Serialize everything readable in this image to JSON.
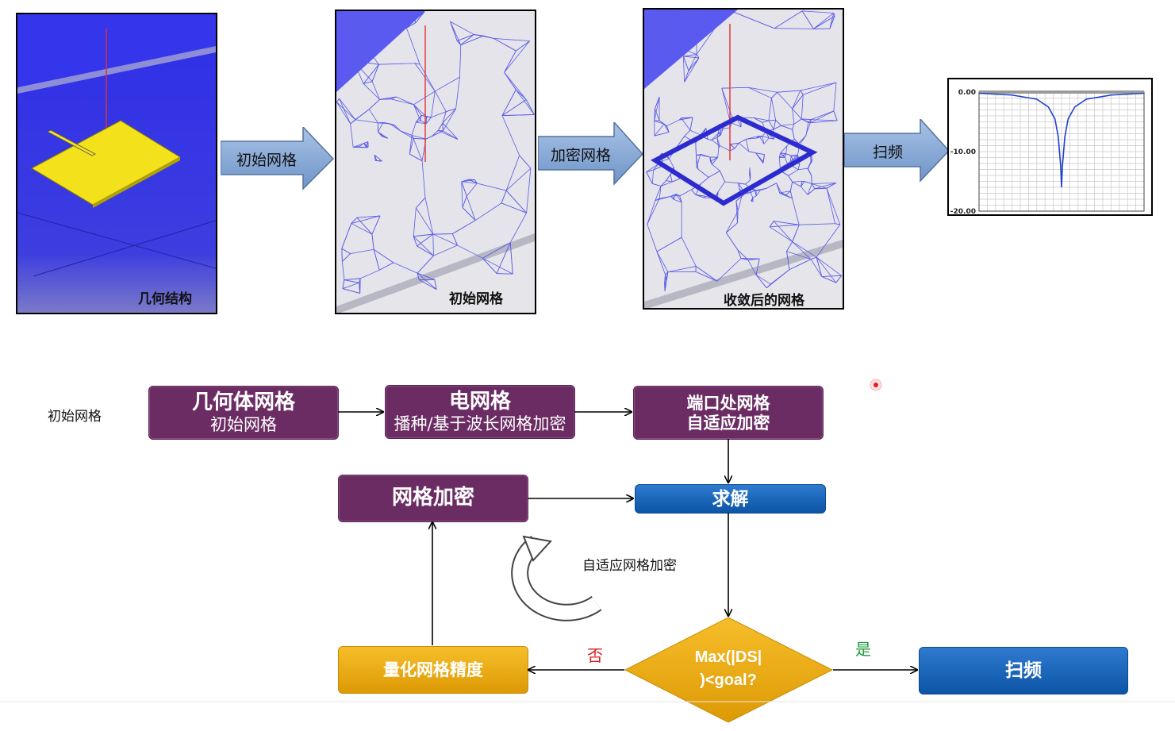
{
  "panels": {
    "geometry_caption": "几何结构",
    "initial_caption": "初始网格",
    "converged_caption": "收敛后的网格"
  },
  "process_arrows": {
    "initial_mesh": "初始网格",
    "refine_mesh": "加密网格",
    "sweep": "扫频"
  },
  "chart_data": {
    "type": "line",
    "yticks": [
      "0.00",
      "-10.00",
      "-20.00"
    ],
    "ylim": [
      -20,
      0
    ],
    "series": [
      {
        "x": [
          0.0,
          0.2,
          0.35,
          0.42,
          0.46,
          0.48,
          0.495,
          0.5,
          0.505,
          0.52,
          0.54,
          0.58,
          0.65,
          0.8,
          1.0
        ],
        "y": [
          -0.2,
          -0.5,
          -1.2,
          -2.5,
          -4.5,
          -7.5,
          -12.5,
          -16.0,
          -12.5,
          -7.5,
          -4.5,
          -2.5,
          -1.2,
          -0.5,
          -0.2
        ]
      }
    ]
  },
  "flow": {
    "side_label": "初始网格",
    "geometry_box": {
      "title": "几何体网格",
      "subtitle": "初始网格"
    },
    "seed_box": {
      "title": "电网格",
      "subtitle": "播种/基于波长网格加密"
    },
    "port_box": {
      "line1": "端口处网格",
      "line2": "自适应加密"
    },
    "solve_box": "求解",
    "refine_box": "网格加密",
    "quantify_box": "量化网格精度",
    "adaptive_label": "自适应网格加密",
    "decision": {
      "line1": "Max(|DS|",
      "line2": ")<goal?"
    },
    "no_label": "否",
    "yes_label": "是",
    "sweep_box": "扫频"
  },
  "colors": {
    "purple": "#6b2c64",
    "blue": "#0c54a6",
    "gold": "#e8a80c",
    "substrate_blue": "#3a3ae6",
    "patch_yellow": "#f2e11b",
    "mesh_line": "#5a5ae8",
    "arrow_steel": "#7fa3d2",
    "no_color": "#d32222",
    "yes_color": "#1e9a3c"
  }
}
